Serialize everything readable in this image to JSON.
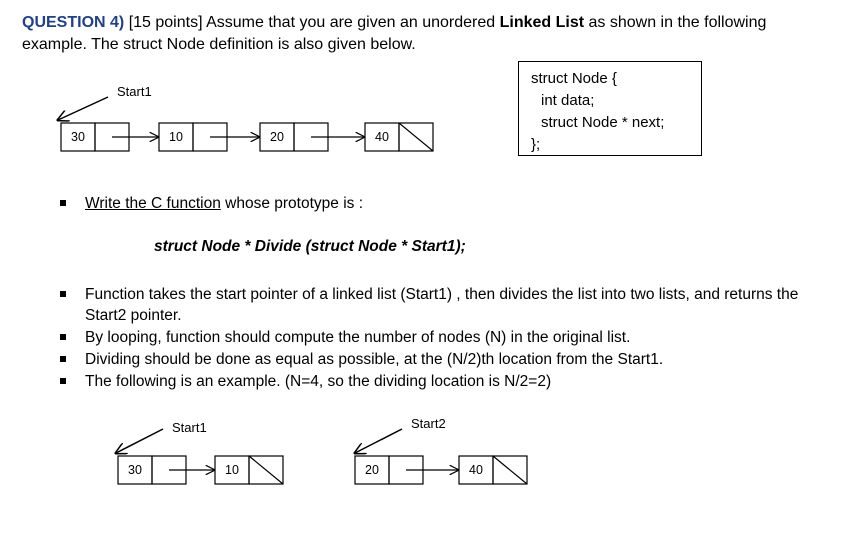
{
  "question": {
    "label": "QUESTION 4)",
    "points": "[15 points] Assume that you are given an unordered",
    "linked_list": "Linked List",
    "rest_line1": "as shown in the following",
    "line2": "example. The struct Node definition is also given below."
  },
  "struct_def": {
    "line1": "struct Node {",
    "line2": "int data;",
    "line3": "struct Node * next;",
    "line4": "};"
  },
  "diagram_top": {
    "start_label": "Start1",
    "nodes": [
      "30",
      "10",
      "20",
      "40"
    ]
  },
  "bullet1": {
    "underlined": "Write the C function",
    "rest": " whose prototype is :"
  },
  "prototype": "struct Node * Divide (struct Node * Start1);",
  "bullets": [
    "Function takes the start pointer of a linked list (Start1) , then divides the list into two lists, and returns the Start2 pointer.",
    "By looping, function should compute the number of nodes (N) in the original list.",
    "Dividing should be done as equal as possible, at the (N/2)th location from the Start1.",
    "The following is an example. (N=4, so the dividing location is N/2=2)"
  ],
  "diagram_bottom": {
    "left_label": "Start1",
    "left_nodes": [
      "30",
      "10"
    ],
    "right_label": "Start2",
    "right_nodes": [
      "20",
      "40"
    ]
  }
}
